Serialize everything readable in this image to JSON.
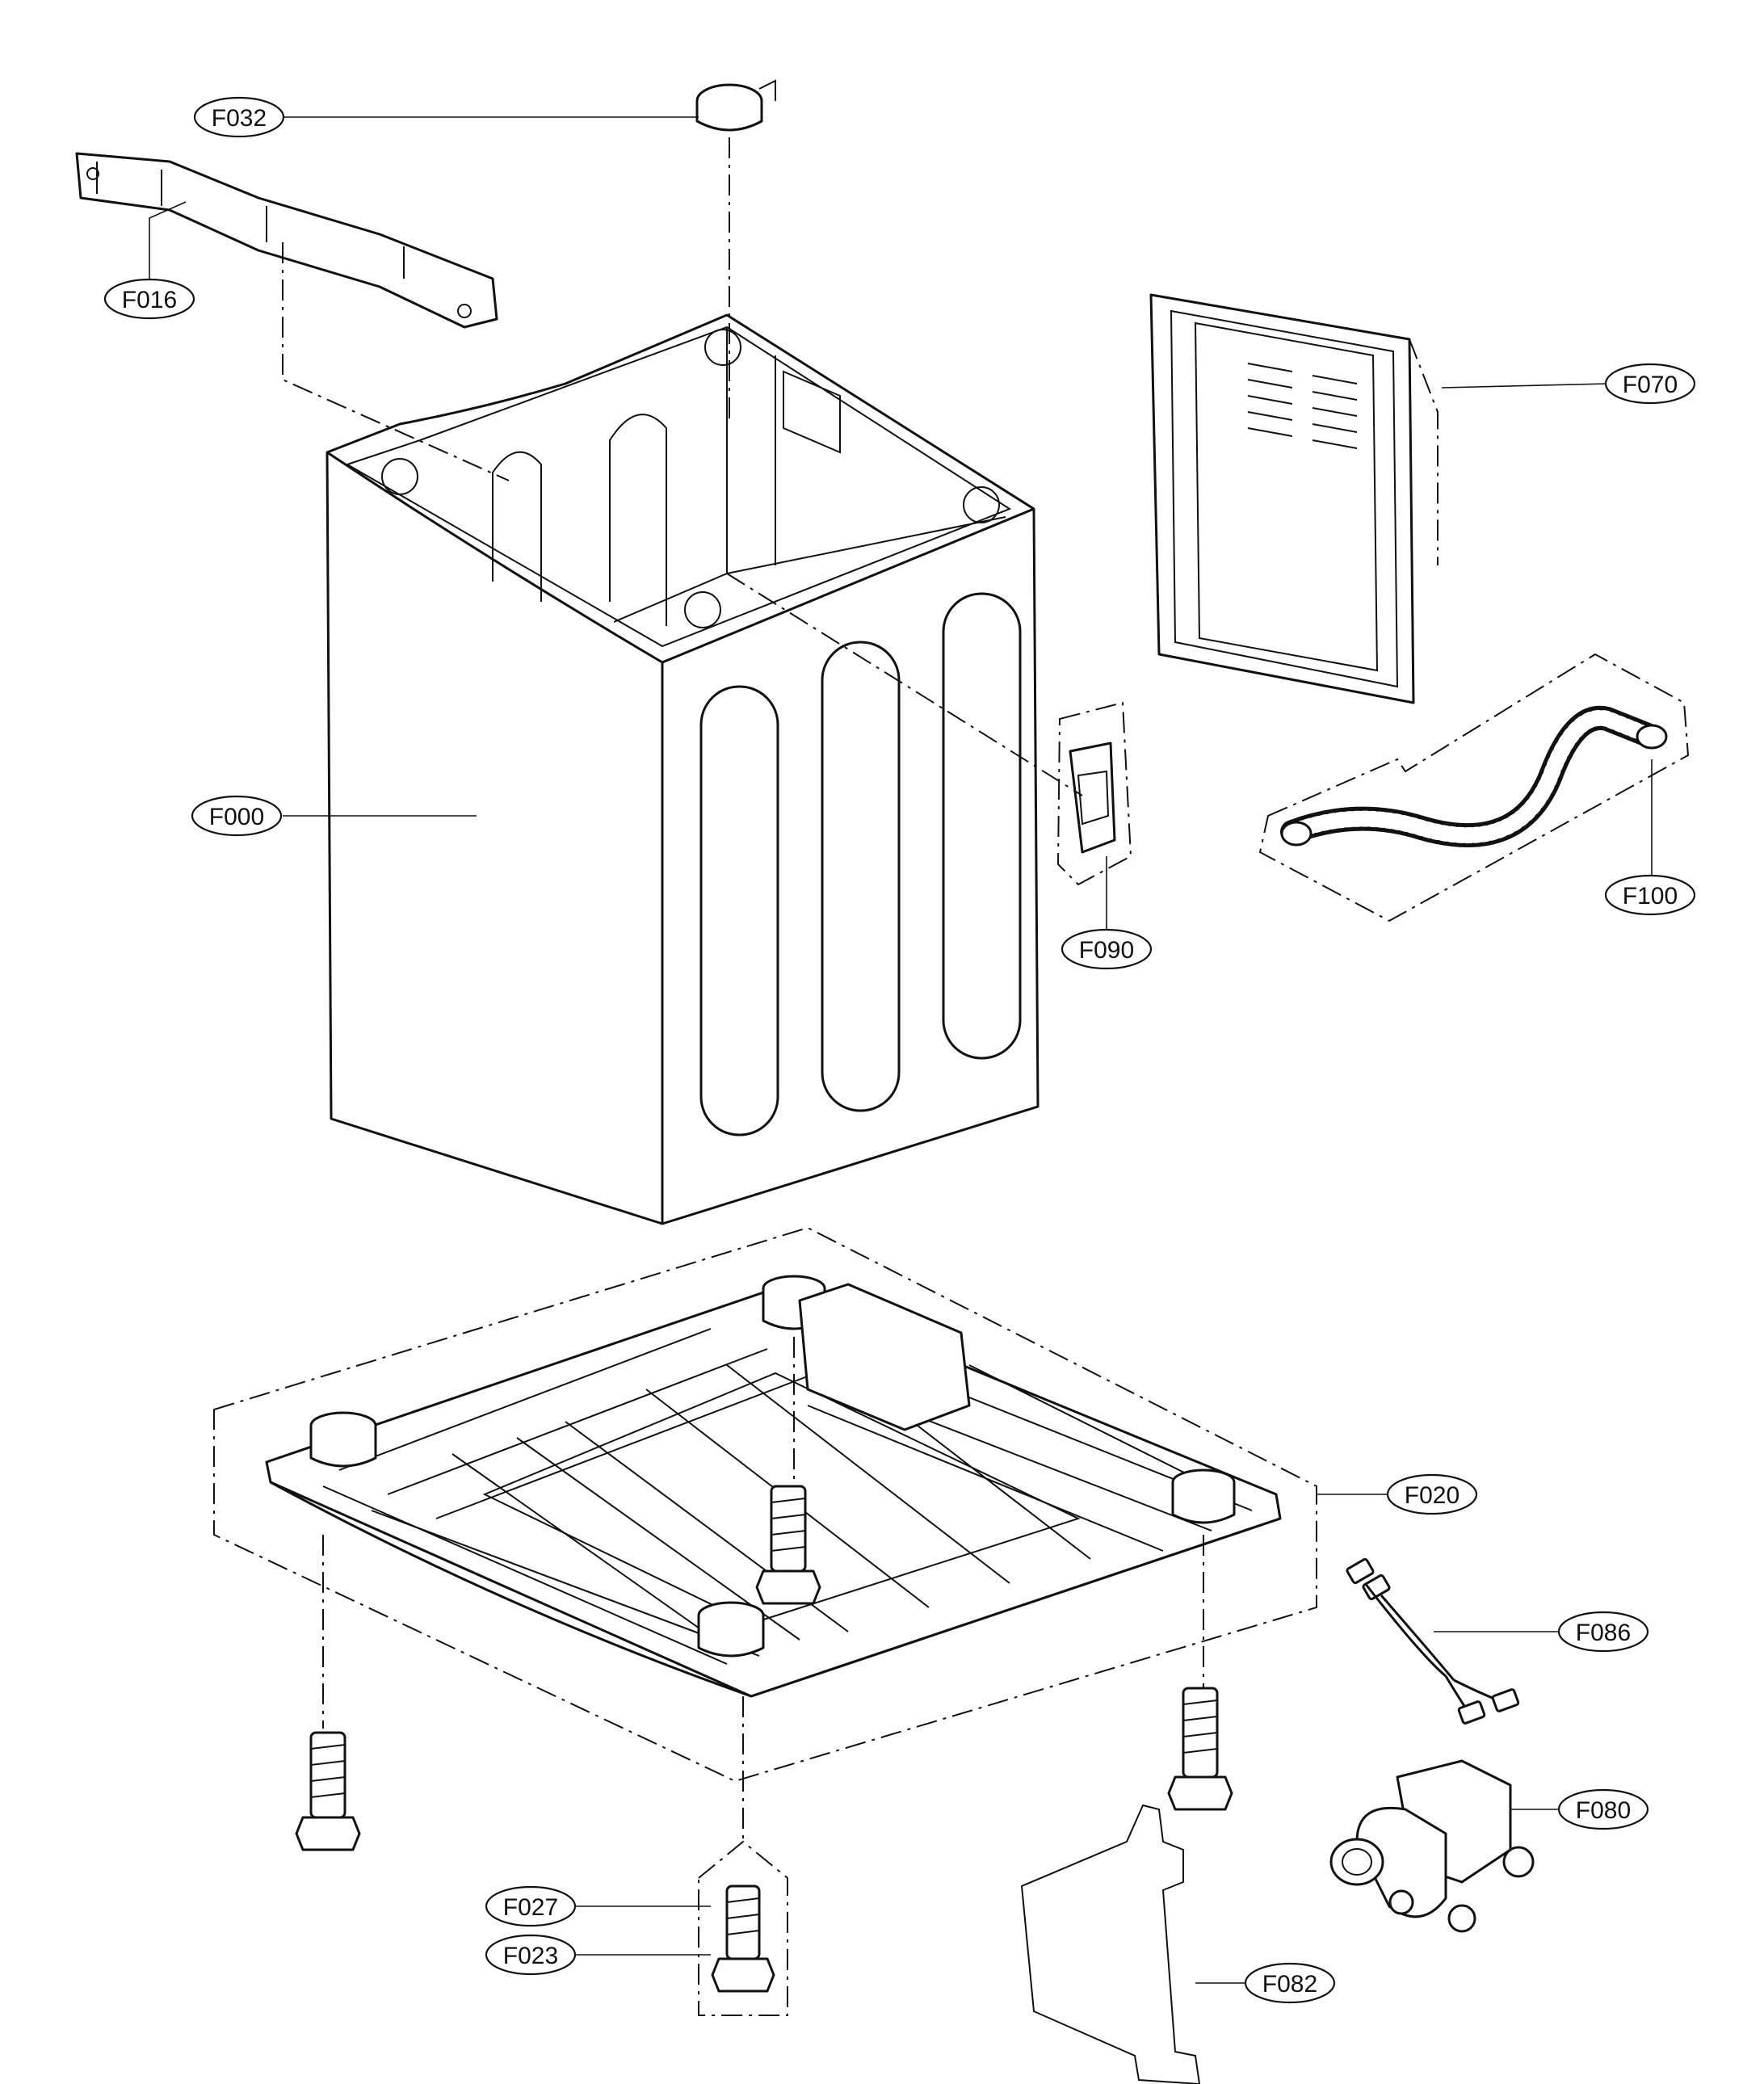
{
  "labels": {
    "f000": "F000",
    "f016": "F016",
    "f020": "F020",
    "f023": "F023",
    "f027": "F027",
    "f032": "F032",
    "f070": "F070",
    "f080": "F080",
    "f082": "F082",
    "f086": "F086",
    "f090": "F090",
    "f100": "F100"
  }
}
